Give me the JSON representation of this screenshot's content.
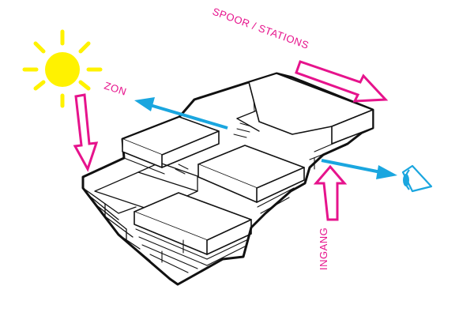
{
  "labels": {
    "spoor": "SPOOR / STATIONS",
    "zon": "ZON",
    "ingang": "INGANG"
  },
  "colors": {
    "magenta": "#e6138c",
    "cyan": "#1aa6df",
    "sun": "#fff200",
    "outline": "#111111"
  },
  "icons": {
    "sun": "sun-icon",
    "eye": "eye-icon"
  }
}
